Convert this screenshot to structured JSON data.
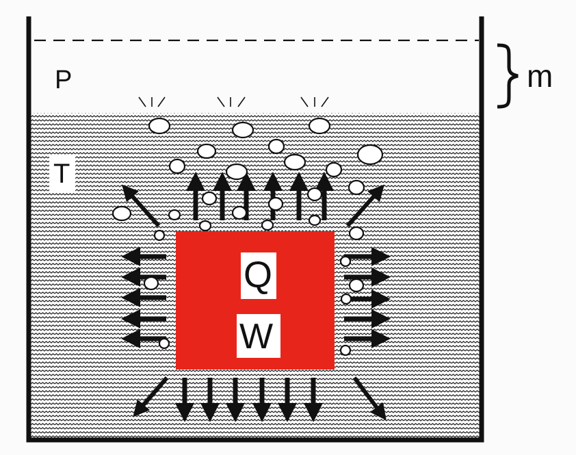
{
  "labels": {
    "pressure": "P",
    "temperature": "T",
    "mass": "m",
    "heat": "Q",
    "work": "W"
  },
  "colors": {
    "heater": "#e8251b",
    "liquid_hatch": "#2a2a2a",
    "container": "#1a1a1a",
    "bubble_fill": "#ffffff"
  },
  "icons": {
    "brace": "right-curly-brace",
    "arrows": "outward-arrow"
  }
}
